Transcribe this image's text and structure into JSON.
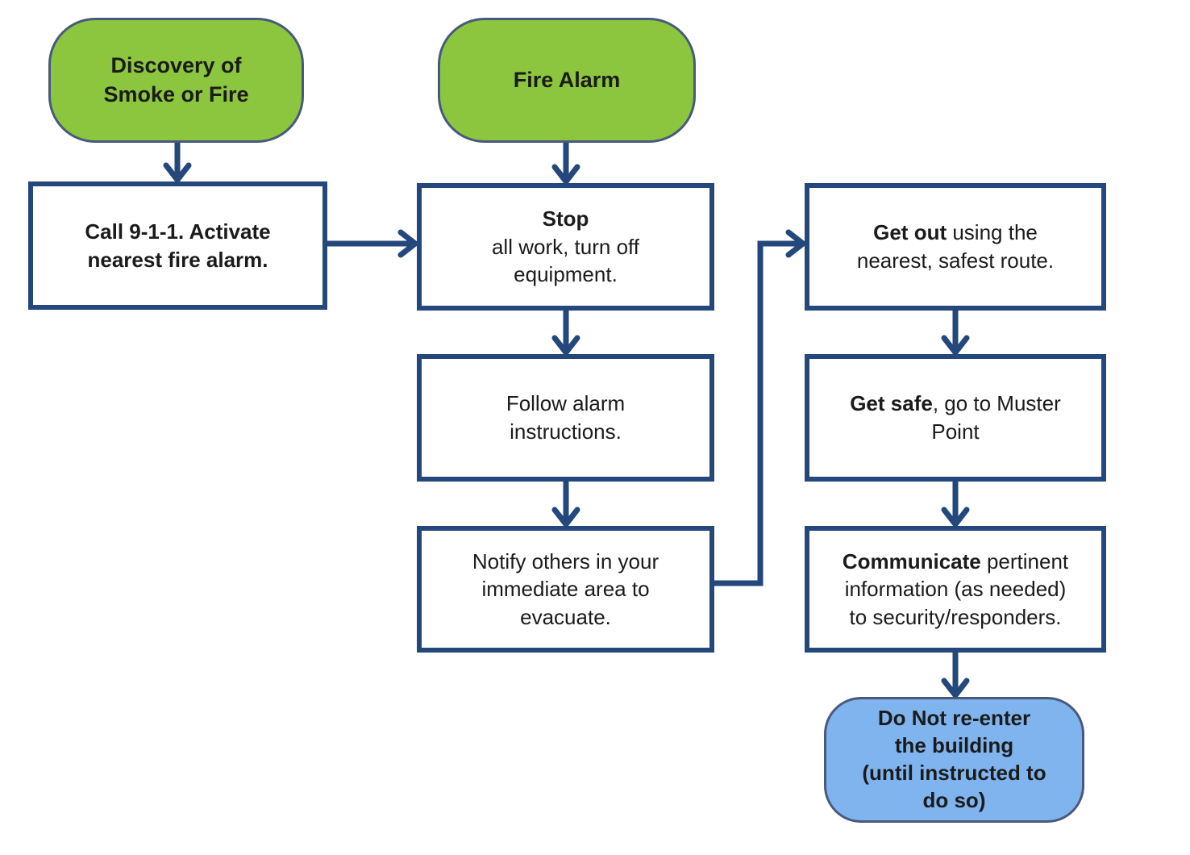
{
  "colors": {
    "green": "#8CC63E",
    "blue": "#7FB4EE",
    "navy": "#24477C",
    "node-border": "#49597C",
    "text": "#1B1B1B",
    "box-bg": "#FFFFFF"
  },
  "nodes": {
    "discovery": {
      "label": "Discovery of\nSmoke or Fire"
    },
    "fire_alarm": {
      "label": "Fire Alarm"
    },
    "call_911": {
      "label": "Call 9-1-1. Activate\nnearest fire alarm."
    },
    "stop": {
      "bold": "Stop",
      "rest": "\nall work, turn off\nequipment."
    },
    "follow": {
      "label": "Follow alarm\ninstructions."
    },
    "notify": {
      "label": "Notify others in your\nimmediate area to\nevacuate."
    },
    "get_out": {
      "bold": "Get out",
      "rest": " using the\nnearest, safest route."
    },
    "get_safe": {
      "bold": "Get safe",
      "rest": ", go to Muster\nPoint"
    },
    "communicate": {
      "bold": "Communicate",
      "rest": " pertinent\ninformation (as needed)\nto security/responders."
    },
    "do_not_reenter": {
      "label": "Do Not re-enter\nthe building\n(until instructed to\ndo so)"
    }
  }
}
